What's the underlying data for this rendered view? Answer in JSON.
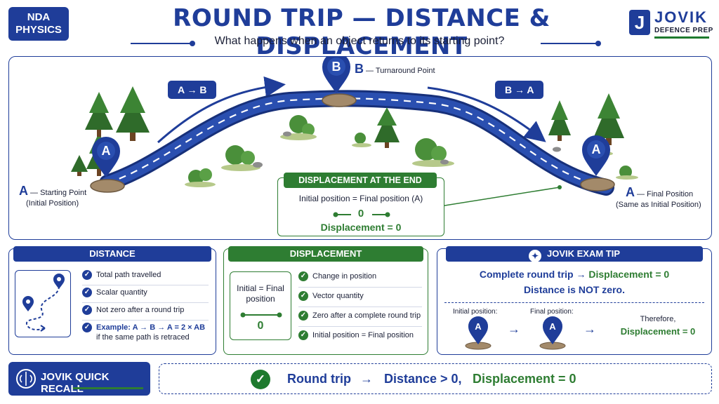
{
  "header": {
    "badge_line1": "NDA",
    "badge_line2": "PHYSICS",
    "title": "ROUND TRIP — DISTANCE & DISPLACEMENT",
    "subtitle": "What happens when an object returns to its starting point?",
    "logo_name": "JOVIK",
    "logo_sub": "DEFENCE PREP",
    "logo_mark": "J"
  },
  "scene": {
    "dir_ab": "A → B",
    "dir_ba": "B → A",
    "pin_a": "A",
    "pin_b": "B",
    "start_letter": "A",
    "start_label1": " — Starting Point",
    "start_label2": "(Initial Position)",
    "turn_letter": "B",
    "turn_label": " — Turnaround Point",
    "final_letter": "A",
    "final_label1": " — Final Position",
    "final_label2": "(Same as Initial Position)",
    "disp_end": {
      "header": "DISPLACEMENT AT THE END",
      "line1": "Initial position = Final position (A)",
      "zero": "0",
      "line3": "Displacement = 0"
    }
  },
  "distance_card": {
    "header": "DISTANCE",
    "items": [
      "Total path travelled",
      "Scalar quantity",
      "Not zero after a round trip"
    ],
    "example_label": "Example:",
    "example_text": " A → B → A = 2 × AB",
    "example_text2": "if the same path is retraced"
  },
  "displacement_card": {
    "header": "DISPLACEMENT",
    "mini_line1": "Initial = Final",
    "mini_line2": "position",
    "mini_zero": "0",
    "items": [
      "Change in position",
      "Vector quantity",
      "Zero after a complete round trip",
      "Initial position = Final position"
    ]
  },
  "tip_card": {
    "header": "JOVIK EXAM TIP",
    "line1_a": "Complete round trip → ",
    "line1_b": "Displacement = 0",
    "line2": "Distance is NOT zero.",
    "initial_label": "Initial position:",
    "final_label": "Final position:",
    "pin_letter": "A",
    "therefore": "Therefore,",
    "result": "Displacement = 0"
  },
  "bottom": {
    "recall_label": "JOVIK QUICK RECALL",
    "s1": "Round trip",
    "arrow": "→",
    "s2": "Distance > 0,",
    "s3": "Displacement = 0"
  },
  "colors": {
    "navy": "#1f3d99",
    "green": "#2e7d32",
    "road": "#22449e"
  }
}
